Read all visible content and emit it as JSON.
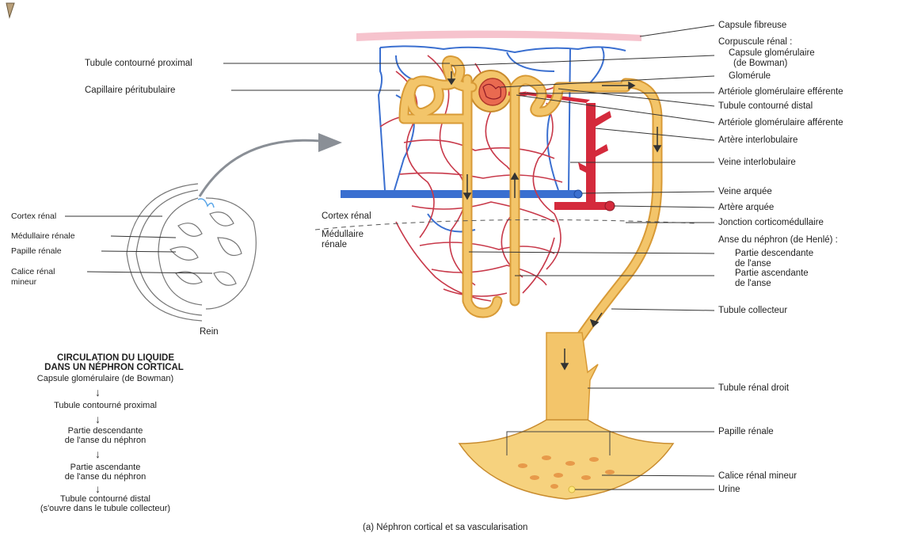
{
  "labels": {
    "capsule_fibreuse": "Capsule fibreuse",
    "corpuscule_renal": "Corpuscule rénal :",
    "capsule_glom_1": "Capsule glomérulaire",
    "capsule_glom_2": "(de Bowman)",
    "glomerule": "Glomérule",
    "arteriole_efferente": "Artériole glomérulaire efférente",
    "tubule_distal": "Tubule contourné distal",
    "arteriole_afferente": "Artériole glomérulaire afférente",
    "artere_interlobulaire": "Artère interlobulaire",
    "veine_interlobulaire": "Veine interlobulaire",
    "veine_arquee": "Veine arquée",
    "artere_arquee": "Artère arquée",
    "jonction": "Jonction corticomédullaire",
    "anse_title": "Anse du néphron (de Henlé) :",
    "partie_desc_1": "Partie descendante",
    "partie_desc_2": "de l'anse",
    "partie_asc_1": "Partie ascendante",
    "partie_asc_2": "de l'anse",
    "tubule_collecteur": "Tubule collecteur",
    "tubule_renal_droit": "Tubule rénal droit",
    "papille_renale_r": "Papille rénale",
    "calice_mineur_r": "Calice rénal mineur",
    "urine": "Urine",
    "tubule_proximal": "Tubule contourné proximal",
    "capillaire_peri": "Capillaire péritubulaire",
    "cortex_renal_mid": "Cortex rénal",
    "medullaire_mid_1": "Médullaire",
    "medullaire_mid_2": "rénale",
    "cortex_renal_left": "Cortex rénal",
    "medullaire_left": "Médullaire rénale",
    "papille_left": "Papille rénale",
    "calice_left_1": "Calice rénal",
    "calice_left_2": "mineur",
    "rein": "Rein",
    "caption": "(a) Néphron cortical et sa vascularisation"
  },
  "flow": {
    "title_1": "CIRCULATION DU LIQUIDE",
    "title_2": "DANS UN NÉPHRON CORTICAL",
    "step1": "Capsule glomérulaire (de Bowman)",
    "step2": "Tubule contourné proximal",
    "step3_1": "Partie descendante",
    "step3_2": "de l'anse du néphron",
    "step4_1": "Partie ascendante",
    "step4_2": "de l'anse du néphron",
    "step5_1": "Tubule contourné distal",
    "step5_2": "(s'ouvre dans le tubule collecteur)",
    "arrow": "↓"
  },
  "colors": {
    "artery": "#d42a3c",
    "vein": "#3a6fd0",
    "tubule": "#f3c56a",
    "tubule_edge": "#d89a36",
    "capsule": "#f4b9c4",
    "calyx": "#f6d27e"
  },
  "icons": {
    "corner": "pen-icon"
  }
}
